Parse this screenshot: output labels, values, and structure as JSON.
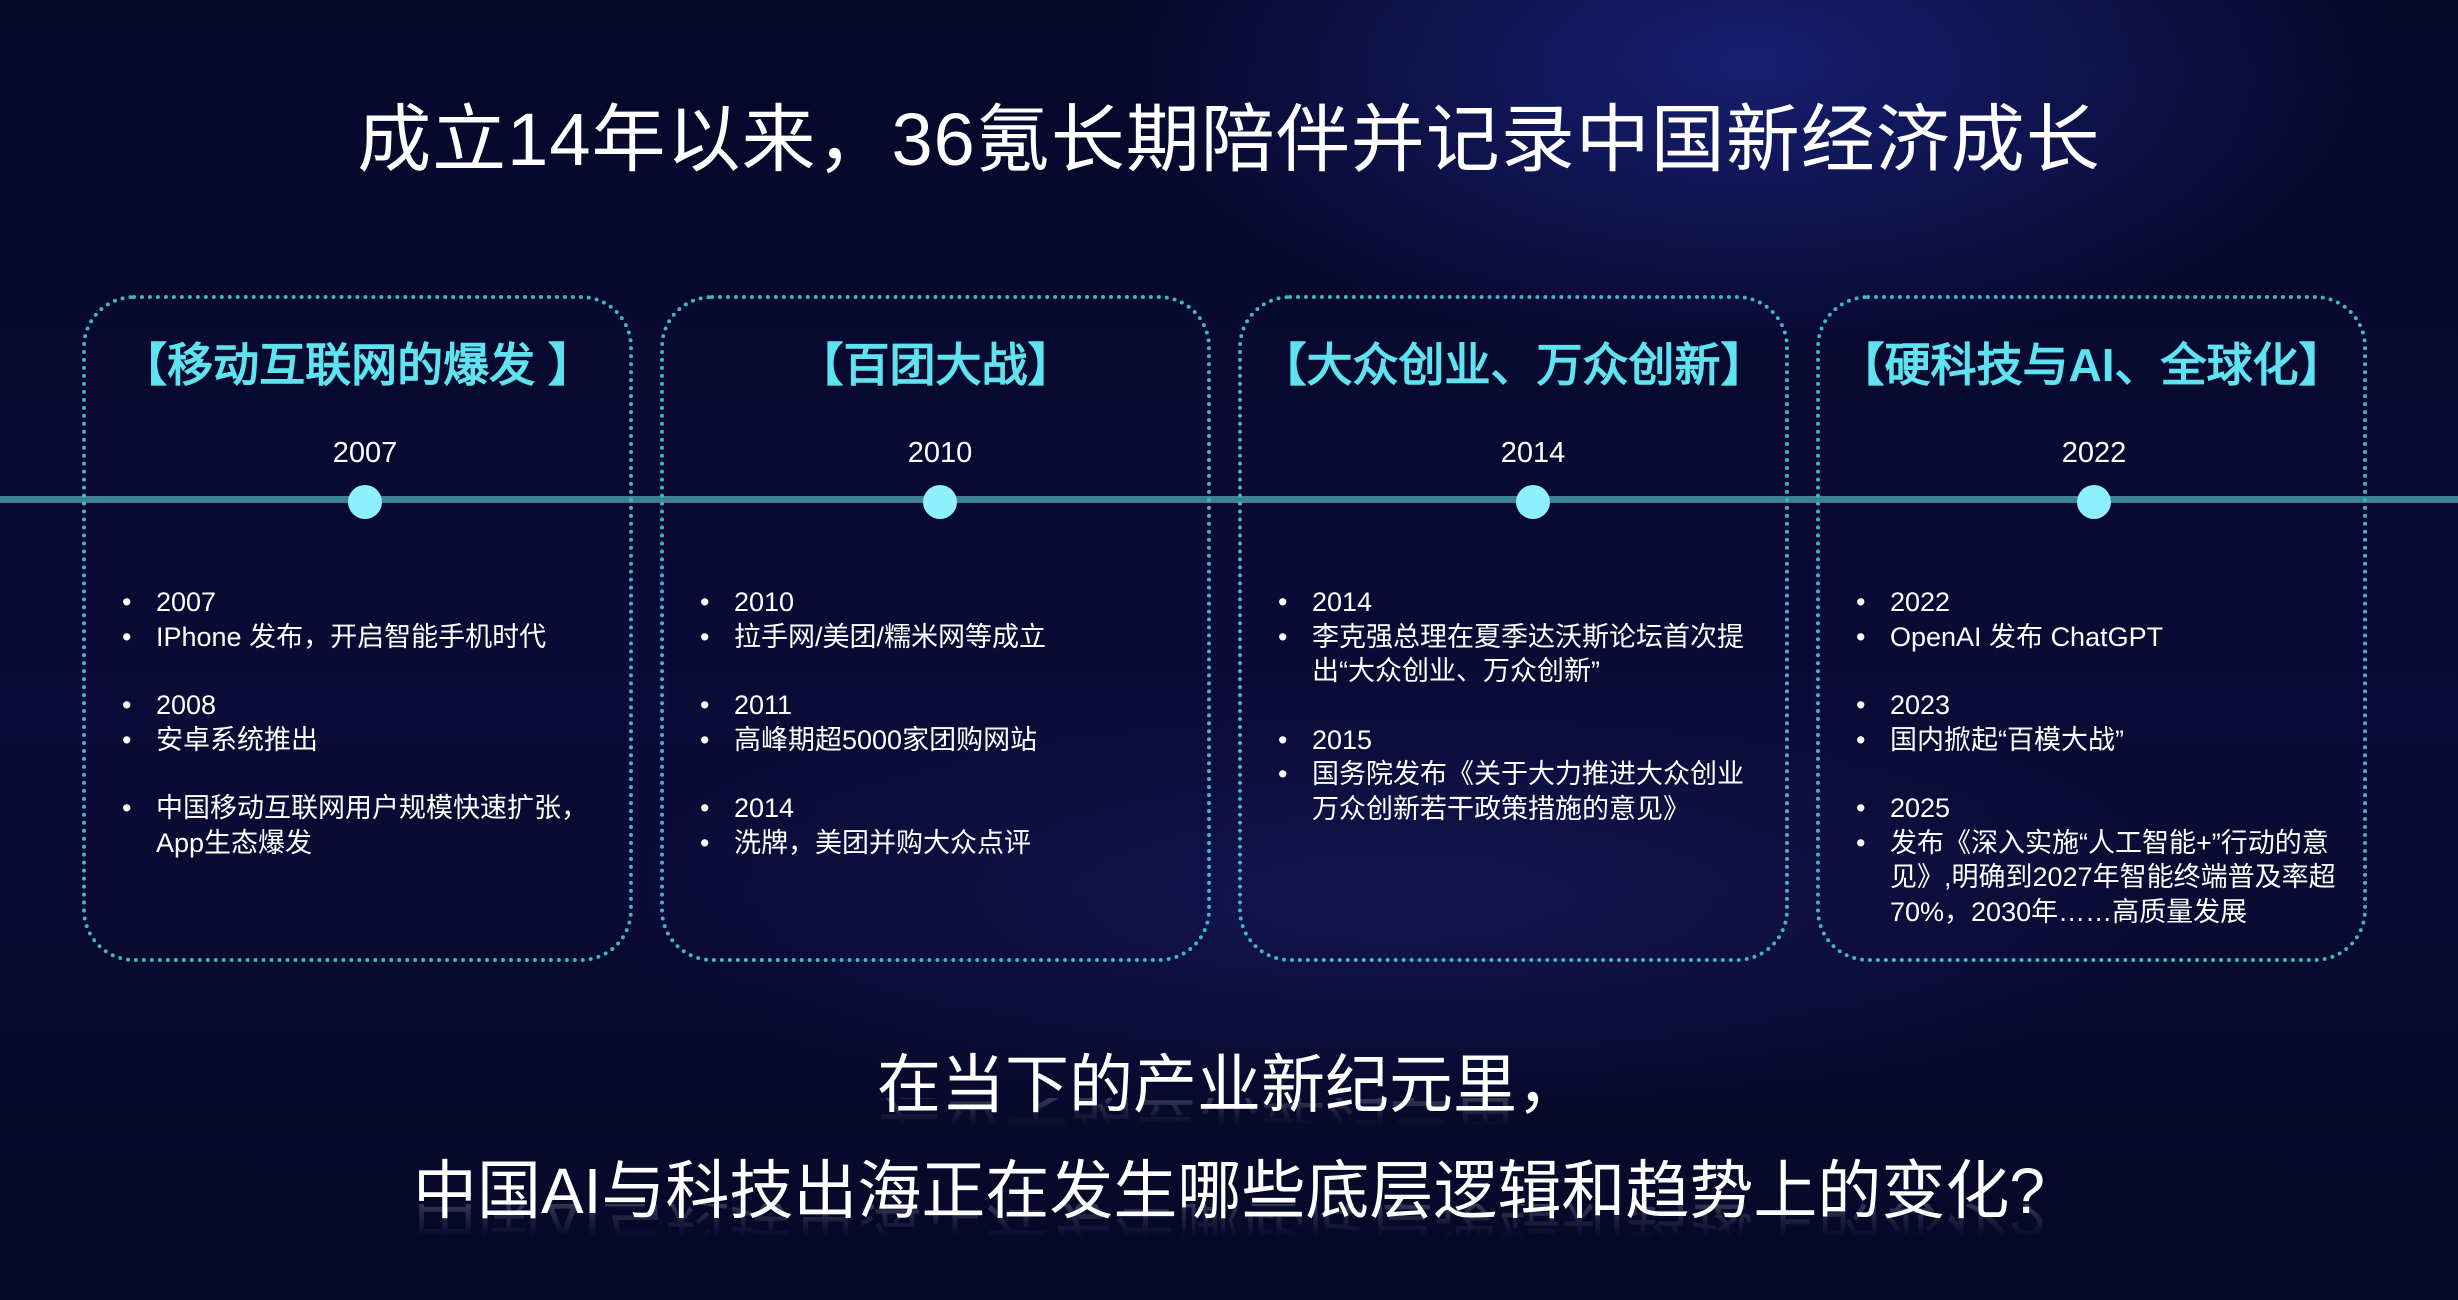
{
  "title": "成立14年以来，36氪长期陪伴并记录中国新经济成长",
  "accent_color": "#5fe3f0",
  "cards": [
    {
      "heading": "【移动互联网的爆发 】",
      "year": "2007",
      "items": [
        {
          "text": "2007",
          "gap": false
        },
        {
          "text": "IPhone 发布，开启智能手机时代",
          "gap": false
        },
        {
          "text": "2008",
          "gap": true
        },
        {
          "text": "安卓系统推出",
          "gap": false
        },
        {
          "text": "中国移动互联网用户规模快速扩张，App生态爆发",
          "gap": true
        }
      ]
    },
    {
      "heading": "【百团大战】",
      "year": "2010",
      "items": [
        {
          "text": "2010",
          "gap": false
        },
        {
          "text": "拉手网/美团/糯米网等成立",
          "gap": false
        },
        {
          "text": "2011",
          "gap": true
        },
        {
          "text": "高峰期超5000家团购网站",
          "gap": false
        },
        {
          "text": "2014",
          "gap": true
        },
        {
          "text": "洗牌，美团并购大众点评",
          "gap": false
        }
      ]
    },
    {
      "heading": "【大众创业、万众创新】",
      "year": "2014",
      "items": [
        {
          "text": "2014",
          "gap": false
        },
        {
          "text": "李克强总理在夏季达沃斯论坛首次提出“大众创业、万众创新”",
          "gap": false
        },
        {
          "text": "2015",
          "gap": true
        },
        {
          "text": "国务院发布《关于大力推进大众创业万众创新若干政策措施的意见》",
          "gap": false
        }
      ]
    },
    {
      "heading": "【硬科技与AI、全球化】",
      "year": "2022",
      "items": [
        {
          "text": "2022",
          "gap": false
        },
        {
          "text": "OpenAI 发布 ChatGPT",
          "gap": false
        },
        {
          "text": "2023",
          "gap": true
        },
        {
          "text": "国内掀起“百模大战”",
          "gap": false
        },
        {
          "text": "2025",
          "gap": true
        },
        {
          "text": "发布《深入实施“人工智能+”行动的意见》,明确到2027年智能终端普及率超70%，2030年……高质量发展",
          "gap": false
        }
      ]
    }
  ],
  "bottom": {
    "line1": "在当下的产业新纪元里，",
    "line2": "中国AI与科技出海正在发生哪些底层逻辑和趋势上的变化?"
  }
}
